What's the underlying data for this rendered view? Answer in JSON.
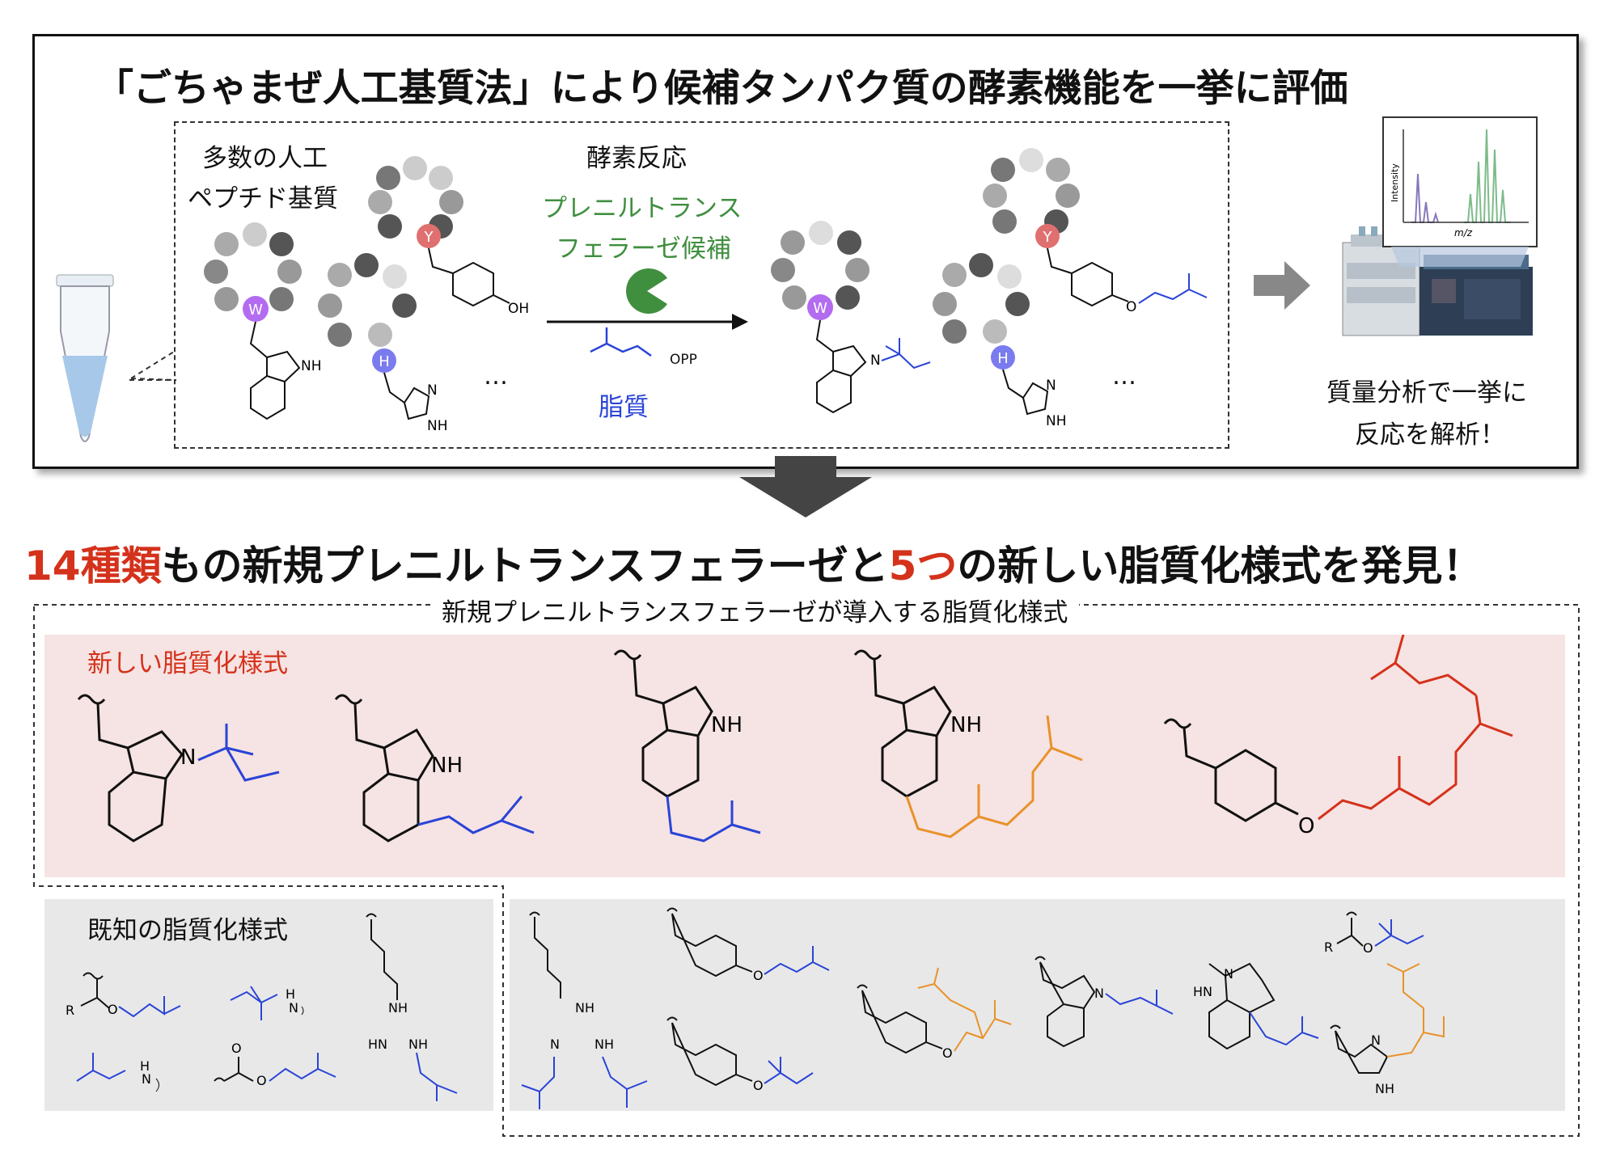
{
  "top": {
    "title": "「ごちゃまぜ人工基質法」により候補タンパク質の酵素機能を一挙に評価",
    "substrate_label_1": "多数の人工",
    "substrate_label_2": "ペプチド基質",
    "reaction_label": "酵素反応",
    "enzyme_label_1": "プレニルトランス",
    "enzyme_label_2": "フェラーゼ候補",
    "lipid_label": "脂質",
    "opp": "OPP",
    "ellipsis": "…",
    "analysis_1": "質量分析で一挙に",
    "analysis_2": "反応を解析！",
    "residues": {
      "w": "W",
      "y": "Y",
      "h": "H"
    },
    "atoms": {
      "oh": "OH",
      "nh": "NH",
      "n": "N",
      "o": "O"
    },
    "ms_y_axis": "Intensity",
    "ms_x_axis": "m/z"
  },
  "headline": {
    "num1": "14種類",
    "part1": "もの新規プレニルトランスフェラーゼと",
    "num2": "5つ",
    "part2": "の新しい脂質化様式を発見！"
  },
  "bottom": {
    "section_title": "新規プレニルトランスフェラーゼが導入する脂質化様式",
    "new_label": "新しい脂質化様式",
    "known_label": "既知の脂質化様式",
    "atoms": {
      "r": "R",
      "h": "H"
    }
  },
  "colors": {
    "prenyl_blue": "#2a44d6",
    "geranyl_orange": "#e8922a",
    "farnesyl_red": "#d4321b",
    "enzyme_green": "#3f8f3f",
    "tyr_red": "#e07070",
    "trp_purple": "#b36cf0",
    "his_blue": "#7b7bf0"
  }
}
